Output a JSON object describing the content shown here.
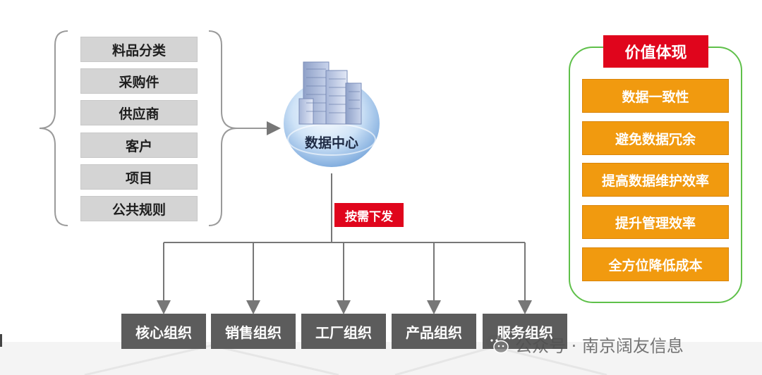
{
  "data_categories": [
    "料品分类",
    "采购件",
    "供应商",
    "客户",
    "项目",
    "公共规则"
  ],
  "data_center": {
    "label": "数据中心"
  },
  "dispatch": {
    "label": "按需下发"
  },
  "organizations": [
    "核心组织",
    "销售组织",
    "工厂组织",
    "产品组织",
    "服务组织"
  ],
  "value_panel": {
    "title": "价值体现",
    "items": [
      "数据一致性",
      "避免数据冗余",
      "提高数据维护效率",
      "提升管理效率",
      "全方位降低成本"
    ]
  },
  "watermark": {
    "text": "公众号 · 南京阔友信息"
  },
  "colors": {
    "grey_box": "#d4d4d4",
    "org_box": "#5c5c5c",
    "value_box": "#f19a0f",
    "title_red": "#e0051c",
    "panel_border": "#5fc04a",
    "connector": "#777777"
  }
}
